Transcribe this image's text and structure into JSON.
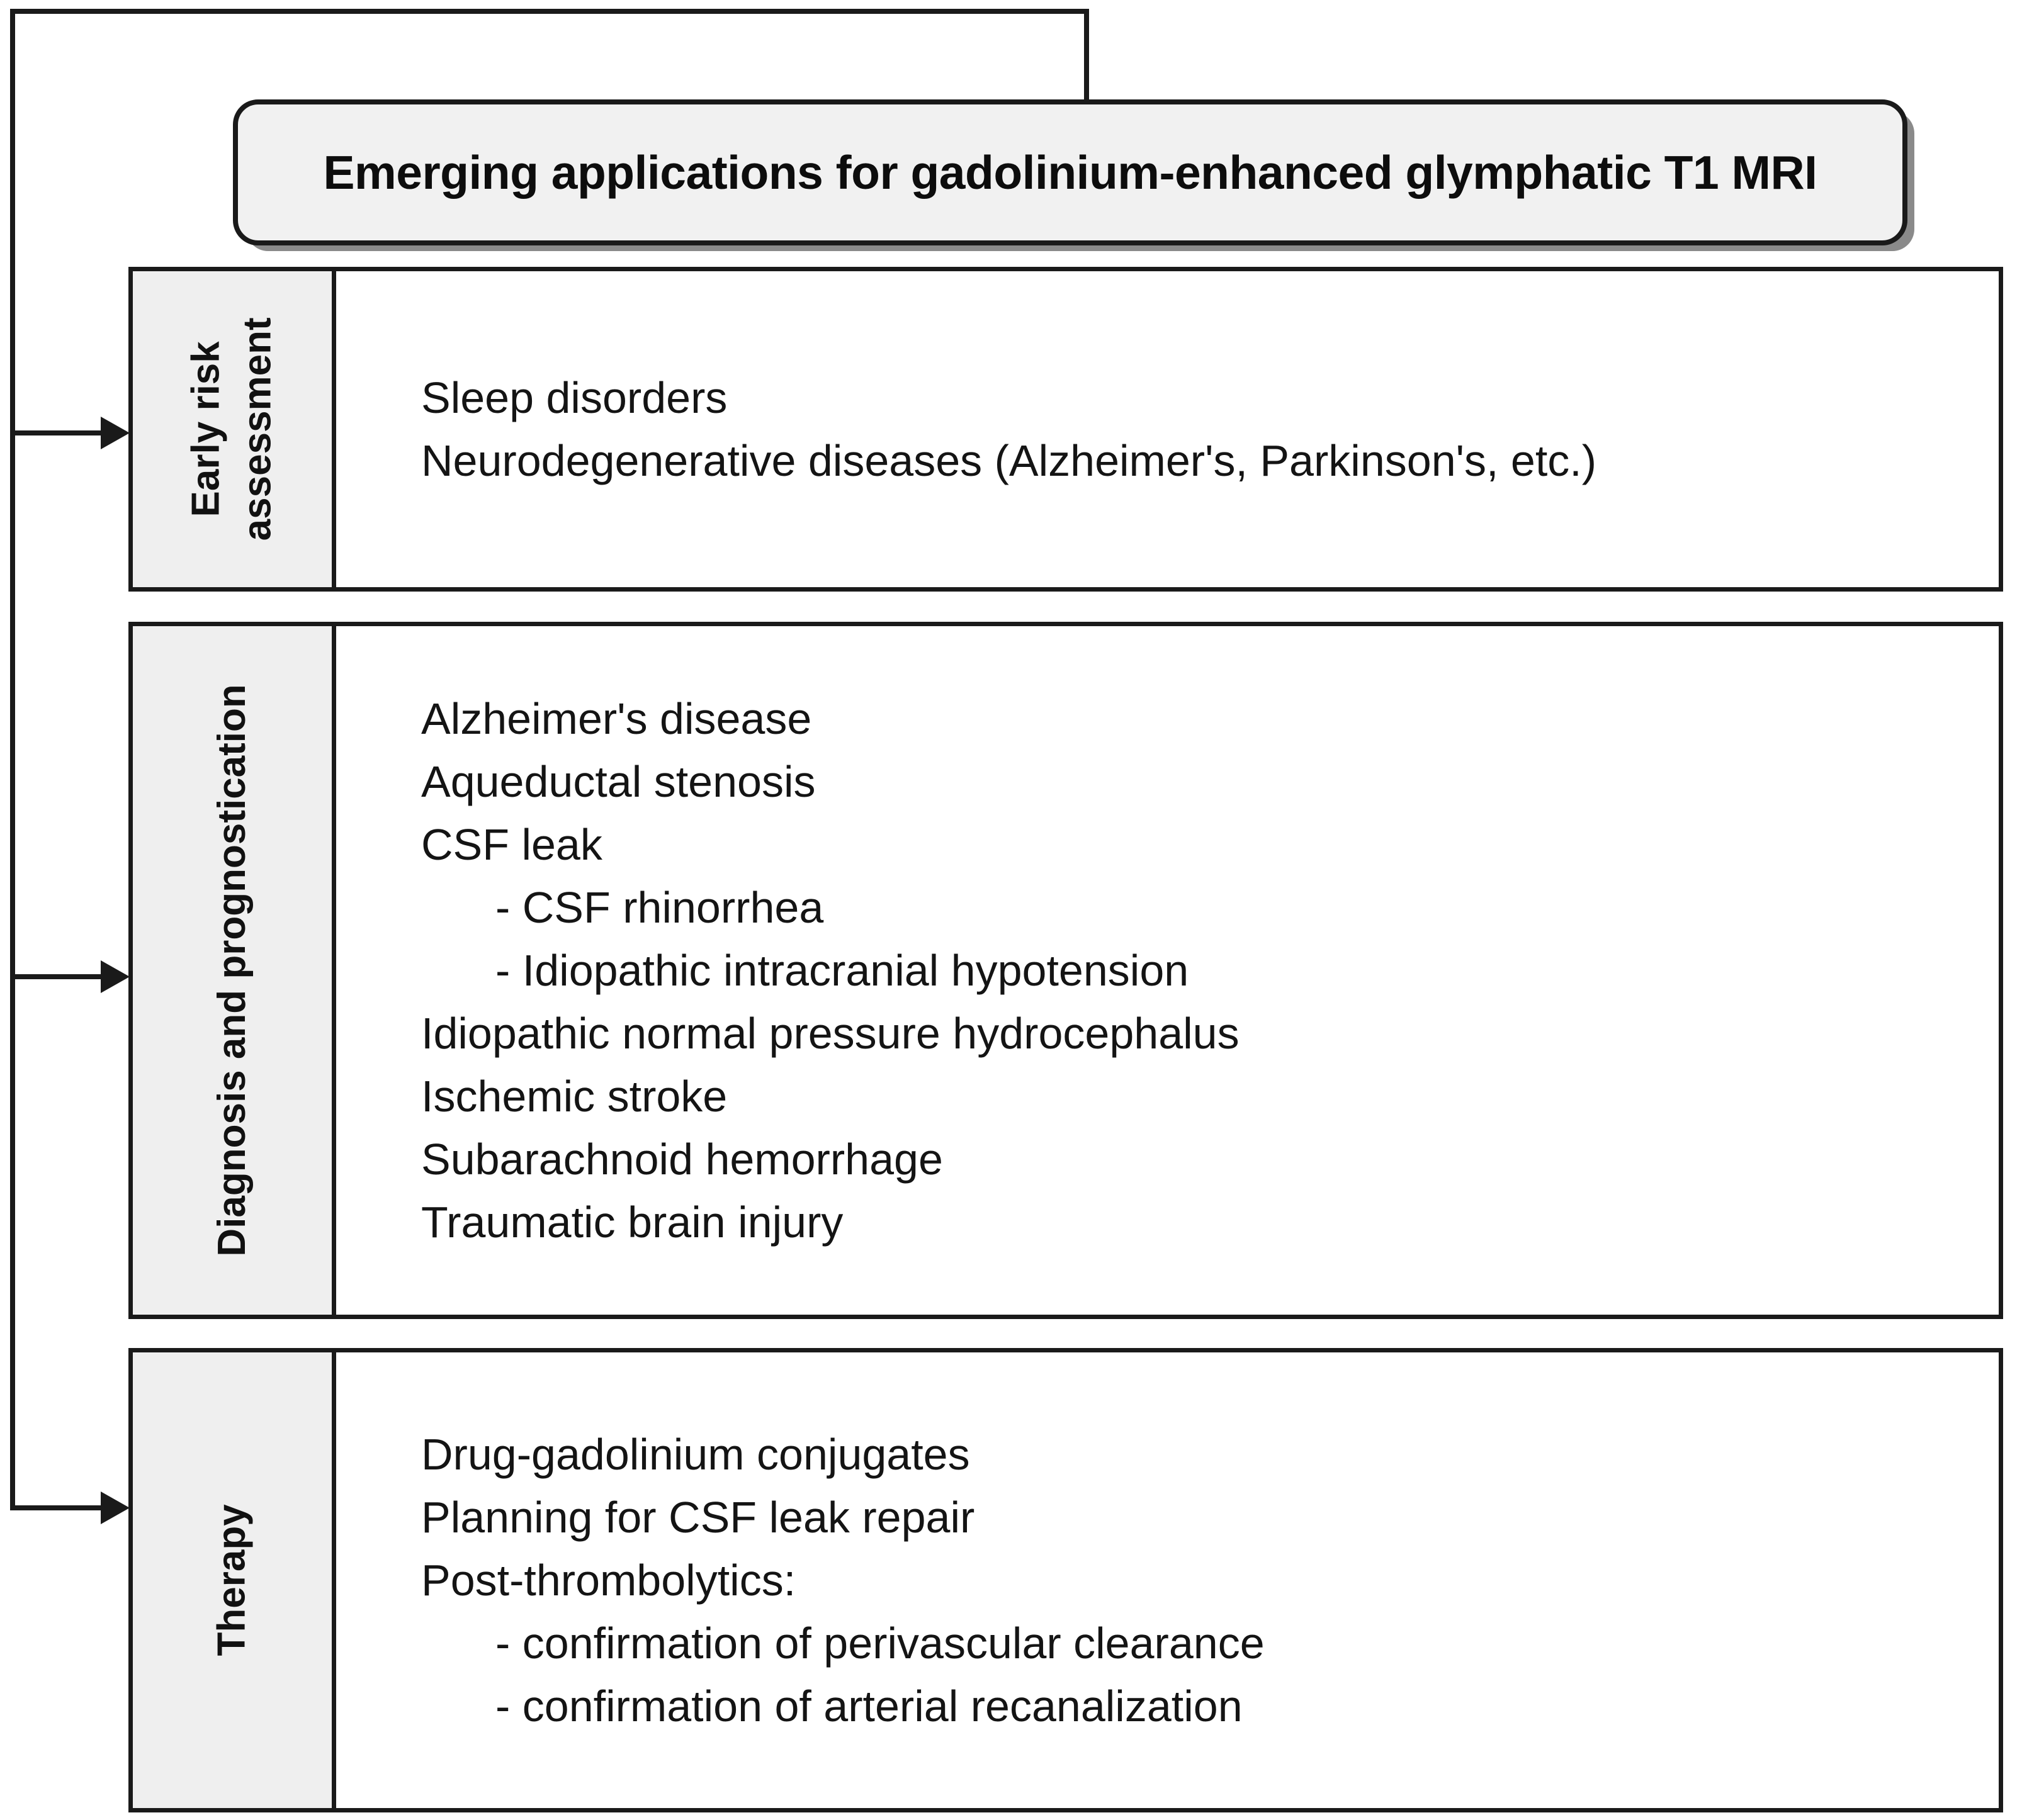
{
  "title": "Emerging applications for gadolinium-enhanced glymphatic T1 MRI",
  "sections": [
    {
      "label": "Early risk assessment",
      "items": [
        {
          "text": "Sleep disorders",
          "indent": false
        },
        {
          "text": "Neurodegenerative diseases (Alzheimer's, Parkinson's, etc.)",
          "indent": false
        }
      ]
    },
    {
      "label": "Diagnosis and prognostication",
      "items": [
        {
          "text": "Alzheimer's disease",
          "indent": false
        },
        {
          "text": "Aqueductal stenosis",
          "indent": false
        },
        {
          "text": "CSF leak",
          "indent": false
        },
        {
          "text": "- CSF rhinorrhea",
          "indent": true
        },
        {
          "text": "- Idiopathic intracranial hypotension",
          "indent": true
        },
        {
          "text": "Idiopathic normal pressure hydrocephalus",
          "indent": false
        },
        {
          "text": "Ischemic stroke",
          "indent": false
        },
        {
          "text": "Subarachnoid hemorrhage",
          "indent": false
        },
        {
          "text": "Traumatic brain injury",
          "indent": false
        }
      ]
    },
    {
      "label": "Therapy",
      "items": [
        {
          "text": "Drug-gadolinium conjugates",
          "indent": false
        },
        {
          "text": "Planning for CSF leak repair",
          "indent": false
        },
        {
          "text": "Post-thrombolytics:",
          "indent": false
        },
        {
          "text": "- confirmation of perivascular clearance",
          "indent": true
        },
        {
          "text": "- confirmation of arterial recanalization",
          "indent": true
        }
      ]
    }
  ],
  "colors": {
    "line": "#1a1a1a",
    "panel_fill": "#efefef",
    "title_fill": "#f1f1f1",
    "content_bg": "#ffffff",
    "shadow": "#8a8a8a",
    "text": "#141414"
  }
}
